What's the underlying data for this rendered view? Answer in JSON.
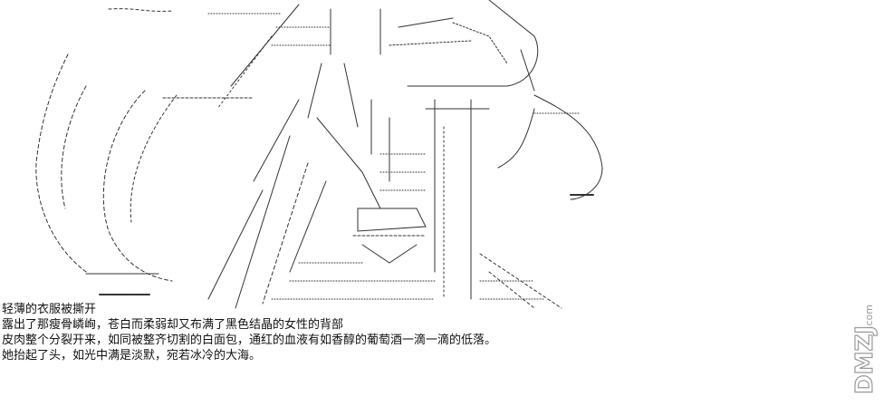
{
  "narration": {
    "lines": [
      "轻薄的衣服被撕开",
      "露出了那瘦骨嶙峋，苍白而柔弱却又布满了黑色结晶的女性的背部",
      "皮肉整个分裂开来，如同被整齐切割的白面包，通红的血液有如香醇的葡萄酒一滴一滴的低落。",
      "她抬起了头，如光中满是淡默，宛若冰冷的大海。"
    ]
  },
  "watermark": {
    "brand": "DMZJ",
    "domain": ".com"
  },
  "colors": {
    "ink": "#2a2a2a",
    "watermark": "#9a9a9a"
  }
}
